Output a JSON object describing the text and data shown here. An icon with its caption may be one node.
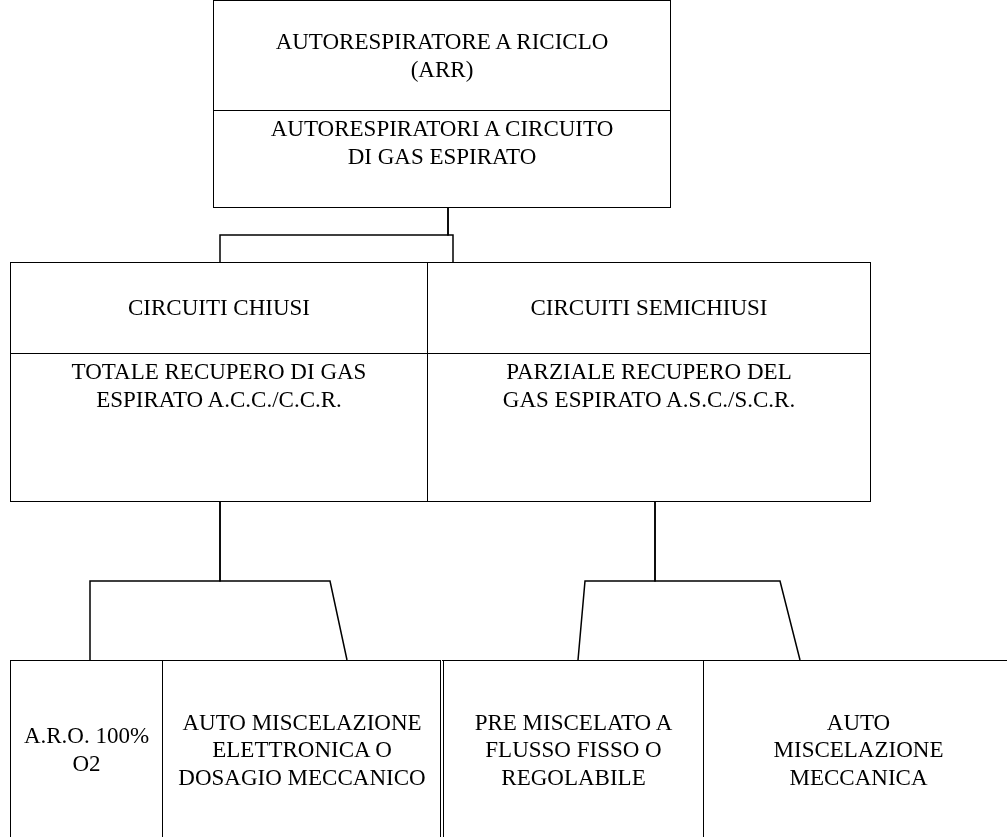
{
  "diagram": {
    "nodes": [
      {
        "text": [
          "AUTORESPIRATORE A RICICLO (ARR)",
          "AUTORESPIRATORI A CIRCUITO DI GAS ESPIRATO"
        ]
      },
      {
        "text": [
          "CIRCUITI CHIUSI",
          "TOTALE RECUPERO DI GAS ESPIRATO A.C.C./C.C.R."
        ]
      },
      {
        "text": [
          "CIRCUITI SEMICHIUSI",
          "PARZIALE RECUPERO DEL GAS ESPIRATO A.S.C./S.C.R."
        ]
      },
      {
        "text": [
          "A.R.O. 100% O2"
        ]
      },
      {
        "text": [
          "AUTO MISCELAZIONE ELETTRONICA O DOSAGIO MECCANICO"
        ]
      },
      {
        "text": [
          "PRE MISCELATO A FLUSSO FISSO O REGOLABILE"
        ]
      },
      {
        "text": [
          "AUTO MISCELAZIONE MECCANICA"
        ]
      }
    ],
    "edges": [
      {
        "from": 0,
        "to": 1,
        "arrow": "none"
      },
      {
        "from": 0,
        "to": 2,
        "arrow": "none"
      },
      {
        "from": 1,
        "to": 3,
        "arrow": "none"
      },
      {
        "from": 1,
        "to": 4,
        "arrow": "none"
      },
      {
        "from": 2,
        "to": 5,
        "arrow": "none"
      },
      {
        "from": 2,
        "to": 6,
        "arrow": "none"
      }
    ]
  }
}
